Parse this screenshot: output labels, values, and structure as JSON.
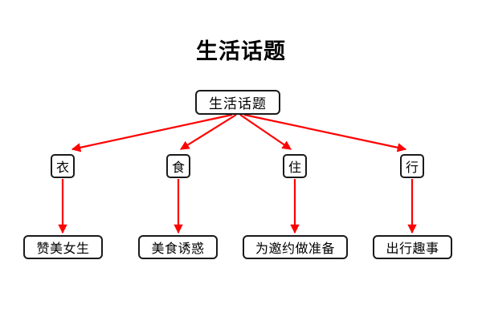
{
  "diagram": {
    "type": "tree",
    "title": "生活话题",
    "background_color": "#ffffff",
    "node_border_color": "#1a1a1a",
    "node_fill_color": "#ffffff",
    "edge_color": "#ff0000",
    "root": {
      "label": "生活话题"
    },
    "branches": [
      {
        "label": "衣",
        "leaf": "赞美女生"
      },
      {
        "label": "食",
        "leaf": "美食诱惑"
      },
      {
        "label": "住",
        "leaf": "为邀约做准备"
      },
      {
        "label": "行",
        "leaf": "出行趣事"
      }
    ]
  }
}
